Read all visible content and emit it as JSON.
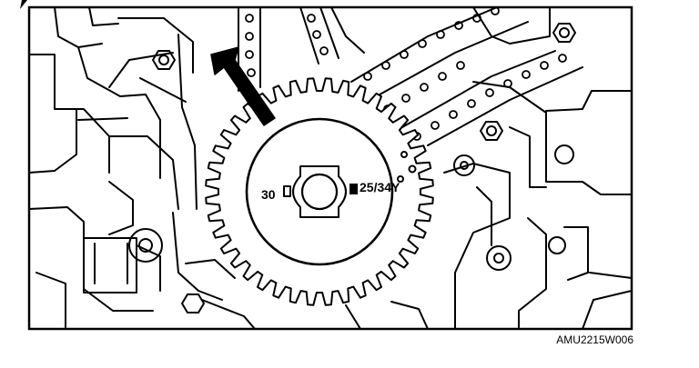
{
  "figure": {
    "id_code": "AMU2215W006",
    "label_left": "30",
    "label_right": "25/34Y"
  },
  "colors": {
    "ink": "#000000",
    "paper": "#ffffff"
  },
  "icons": {
    "pointer": "black-arrow-pointer-icon"
  }
}
